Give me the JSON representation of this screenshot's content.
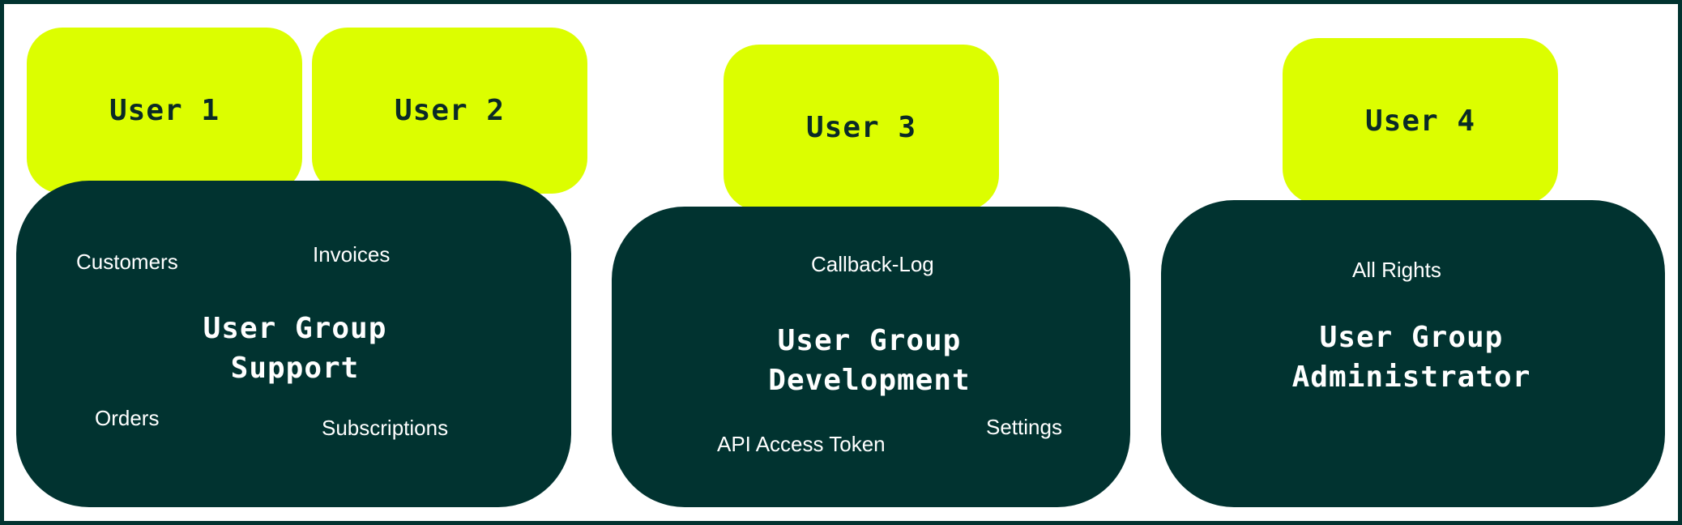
{
  "users": [
    {
      "label": "User 1"
    },
    {
      "label": "User 2"
    },
    {
      "label": "User 3"
    },
    {
      "label": "User 4"
    }
  ],
  "groups": {
    "support": {
      "title_line1": "User Group",
      "title_line2": "Support",
      "permissions": [
        "Customers",
        "Invoices",
        "Orders",
        "Subscriptions"
      ]
    },
    "development": {
      "title_line1": "User Group",
      "title_line2": "Development",
      "permissions": [
        "Callback-Log",
        "API Access Token",
        "Settings"
      ]
    },
    "administrator": {
      "title_line1": "User Group",
      "title_line2": "Administrator",
      "permissions": [
        "All Rights"
      ]
    }
  },
  "colors": {
    "user_box": "#dcfe00",
    "group_box": "#013330",
    "frame_border": "#013330",
    "user_text": "#0a2a26",
    "group_text": "#ffffff"
  }
}
